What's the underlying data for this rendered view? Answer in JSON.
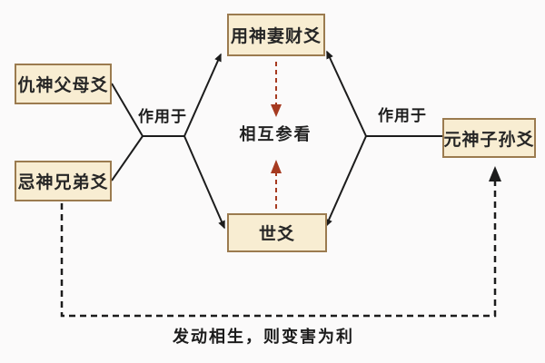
{
  "diagram": {
    "nodes": {
      "top": {
        "label": "用神妻财爻"
      },
      "left_top": {
        "label": "仇神父母爻"
      },
      "left_bottom": {
        "label": "忌神兄弟爻"
      },
      "bottom": {
        "label": "世爻"
      },
      "right": {
        "label": "元神子孙爻"
      }
    },
    "edge_labels": {
      "left_action": "作用于",
      "right_action": "作用于"
    },
    "center_note": "相互参看",
    "caption": "发动相生，则变害为利",
    "colors": {
      "box_fill": "#f8edd2",
      "box_border": "#9b7b4f",
      "line": "#1c1c1c",
      "red_arrow": "#a63a20",
      "background": "#fbfafa",
      "text": "#262626"
    }
  }
}
